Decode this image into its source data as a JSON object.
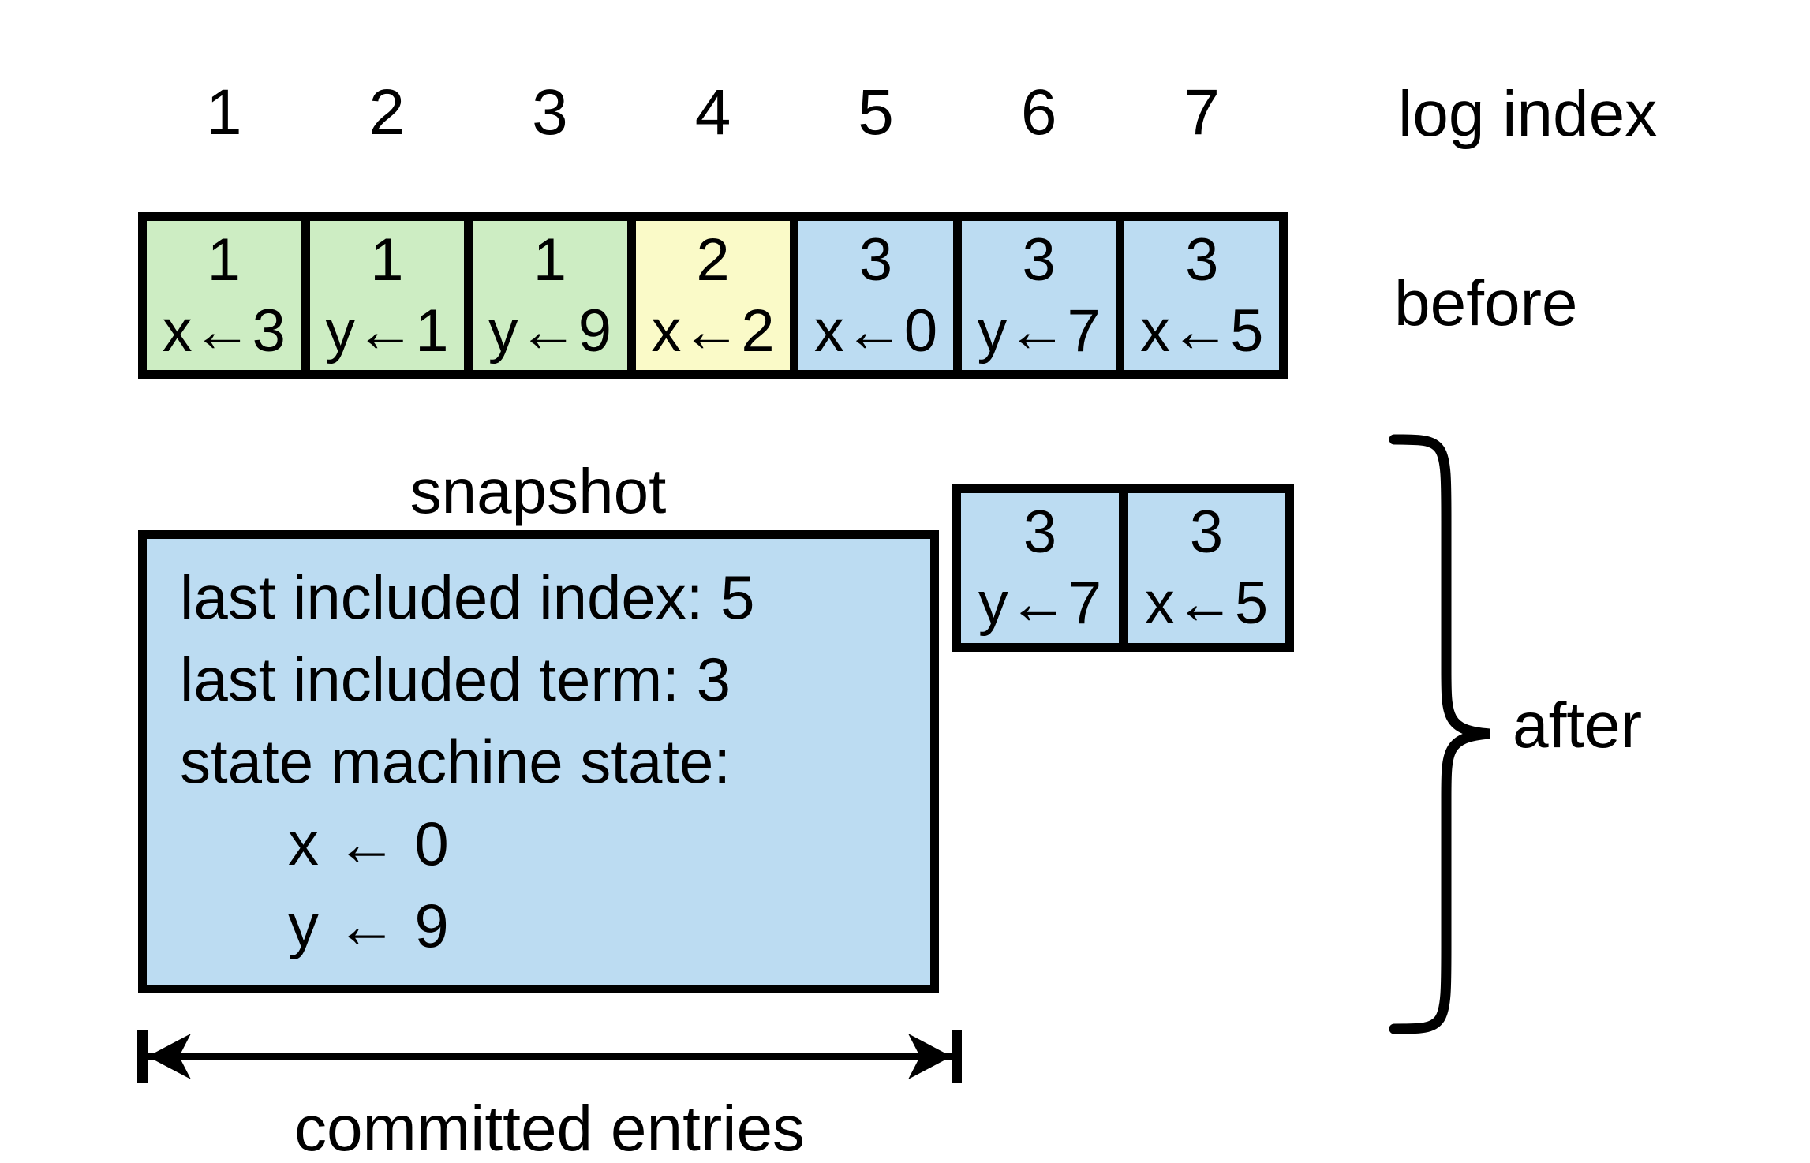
{
  "colors": {
    "entry_green": "#cdedc3",
    "entry_yellow": "#fafac8",
    "entry_blue": "#bcdcf2",
    "line_black": "#000000"
  },
  "labels": {
    "log_index": "log index",
    "before": "before",
    "snapshot": "snapshot",
    "after": "after",
    "committed": "committed entries"
  },
  "log_indices": [
    "1",
    "2",
    "3",
    "4",
    "5",
    "6",
    "7"
  ],
  "before_row": [
    {
      "term": "1",
      "cmd": "x←3",
      "color": "#cdedc3"
    },
    {
      "term": "1",
      "cmd": "y←1",
      "color": "#cdedc3"
    },
    {
      "term": "1",
      "cmd": "y←9",
      "color": "#cdedc3"
    },
    {
      "term": "2",
      "cmd": "x←2",
      "color": "#fafac8"
    },
    {
      "term": "3",
      "cmd": "x←0",
      "color": "#bcdcf2"
    },
    {
      "term": "3",
      "cmd": "y←7",
      "color": "#bcdcf2"
    },
    {
      "term": "3",
      "cmd": "x←5",
      "color": "#bcdcf2"
    }
  ],
  "snapshot_box": {
    "background": "#bcdcf2",
    "line1": "last included index: 5",
    "line2": "last included term: 3",
    "line3": "state machine state:",
    "state1": "x ← 0",
    "state2": "y ← 9"
  },
  "after_row": [
    {
      "term": "3",
      "cmd": "y←7",
      "color": "#bcdcf2"
    },
    {
      "term": "3",
      "cmd": "x←5",
      "color": "#bcdcf2"
    }
  ]
}
